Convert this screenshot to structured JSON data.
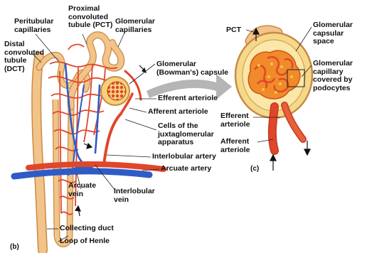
{
  "labels": {
    "peritubular": [
      "Peritubular",
      "capillaries"
    ],
    "pct": [
      "Proximal",
      "convoluted",
      "tubule (PCT)"
    ],
    "glomerular_capillaries": [
      "Glomerular",
      "capillaries"
    ],
    "dct": [
      "Distal",
      "convoluted",
      "tubule",
      "(DCT)"
    ],
    "bowmans": [
      "Glomerular",
      "(Bowman's) capsule"
    ],
    "efferent_b": "Efferent arteriole",
    "afferent_b": "Afferent arteriole",
    "jga": [
      "Cells of the",
      "juxtaglomerular",
      "apparatus"
    ],
    "interlobular_artery": "Interlobular artery",
    "arcuate_artery": "Arcuate artery",
    "arcuate_vein": [
      "Arcuate",
      "vein"
    ],
    "interlobular_vein": [
      "Interlobular",
      "vein"
    ],
    "collecting_duct": "Collecting duct",
    "loop_henle": "Loop of Henle",
    "pct_c": "PCT",
    "capsular_space": [
      "Glomerular",
      "capsular",
      "space"
    ],
    "capillary_podocytes": [
      "Glomerular",
      "capillary",
      "covered by",
      "podocytes"
    ],
    "efferent_c": [
      "Efferent",
      "arteriole"
    ],
    "afferent_c": [
      "Afferent",
      "arteriole"
    ]
  },
  "panels": {
    "b": "(b)",
    "c": "(c)"
  },
  "colors": {
    "tubule": "#f2c48a",
    "tubule_edge": "#c98a45",
    "artery": "#e0462a",
    "vein": "#2f5bc7",
    "capsule": "#f5d27a",
    "arrow": "#9a9a9a"
  }
}
